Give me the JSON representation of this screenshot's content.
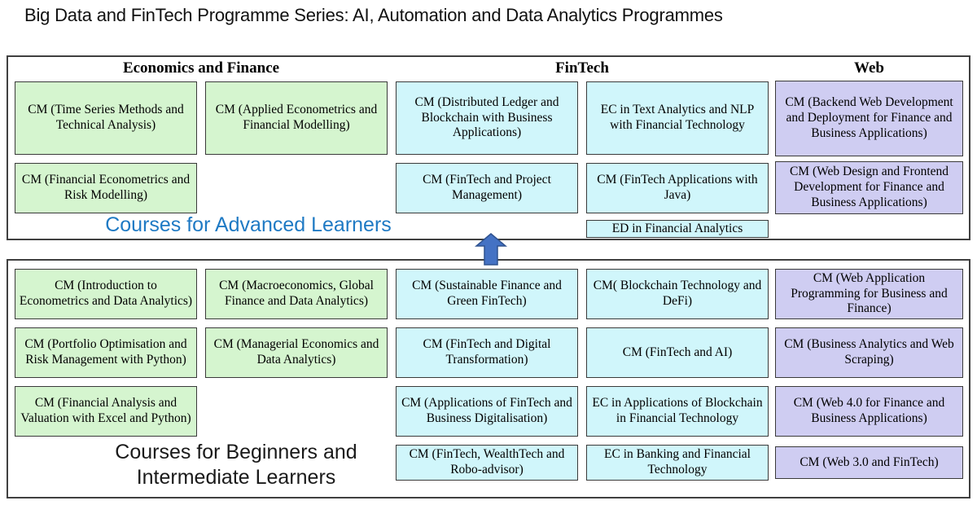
{
  "title": "Big Data and FinTech Programme Series: AI, Automation and Data Analytics Programmes",
  "columns": {
    "economics": "Economics and Finance",
    "fintech": "FinTech",
    "web": "Web"
  },
  "advanced": {
    "label": "Courses for Advanced Learners",
    "economics": [
      "CM (Time Series Methods and Technical Analysis)",
      "CM (Applied Econometrics and Financial Modelling)",
      "CM (Financial Econometrics and Risk Modelling)"
    ],
    "fintech": [
      "CM (Distributed Ledger and Blockchain with Business Applications)",
      "EC in Text Analytics and NLP with Financial Technology",
      "CM (FinTech and Project Management)",
      "CM (FinTech Applications with Java)",
      "ED in Financial Analytics"
    ],
    "web": [
      "CM (Backend Web Development and Deployment for Finance and Business Applications)",
      "CM (Web Design and Frontend Development for Finance and Business Applications)"
    ]
  },
  "beginner": {
    "label": "Courses for Beginners and Intermediate Learners",
    "economics": [
      "CM (Introduction to Econometrics and Data Analytics)",
      "CM (Macroeconomics, Global Finance and Data Analytics)",
      "CM (Portfolio Optimisation and Risk Management with Python)",
      "CM (Managerial Economics and Data Analytics)",
      "CM (Financial Analysis and Valuation with Excel and Python)"
    ],
    "fintech": [
      "CM (Sustainable Finance and Green FinTech)",
      "CM( Blockchain Technology and DeFi)",
      "CM (FinTech and Digital Transformation)",
      "CM (FinTech and AI)",
      "CM (Applications of FinTech and Business Digitalisation)",
      "EC in Applications of Blockchain in Financial Technology",
      "CM (FinTech, WealthTech and Robo-advisor)",
      "EC in Banking and Financial Technology"
    ],
    "web": [
      "CM (Web Application Programming for Business and Finance)",
      "CM (Business Analytics and Web Scraping)",
      "CM (Web 4.0 for Finance and Business Applications)",
      "CM (Web 3.0 and FinTech)"
    ]
  },
  "colors": {
    "economics_cell": "#d5f5cf",
    "fintech_cell": "#d0f6fb",
    "web_cell": "#cfcdf2",
    "advanced_label_blue": "#1f7ac4",
    "arrow_fill": "#4472c4",
    "arrow_border": "#2f528f"
  }
}
